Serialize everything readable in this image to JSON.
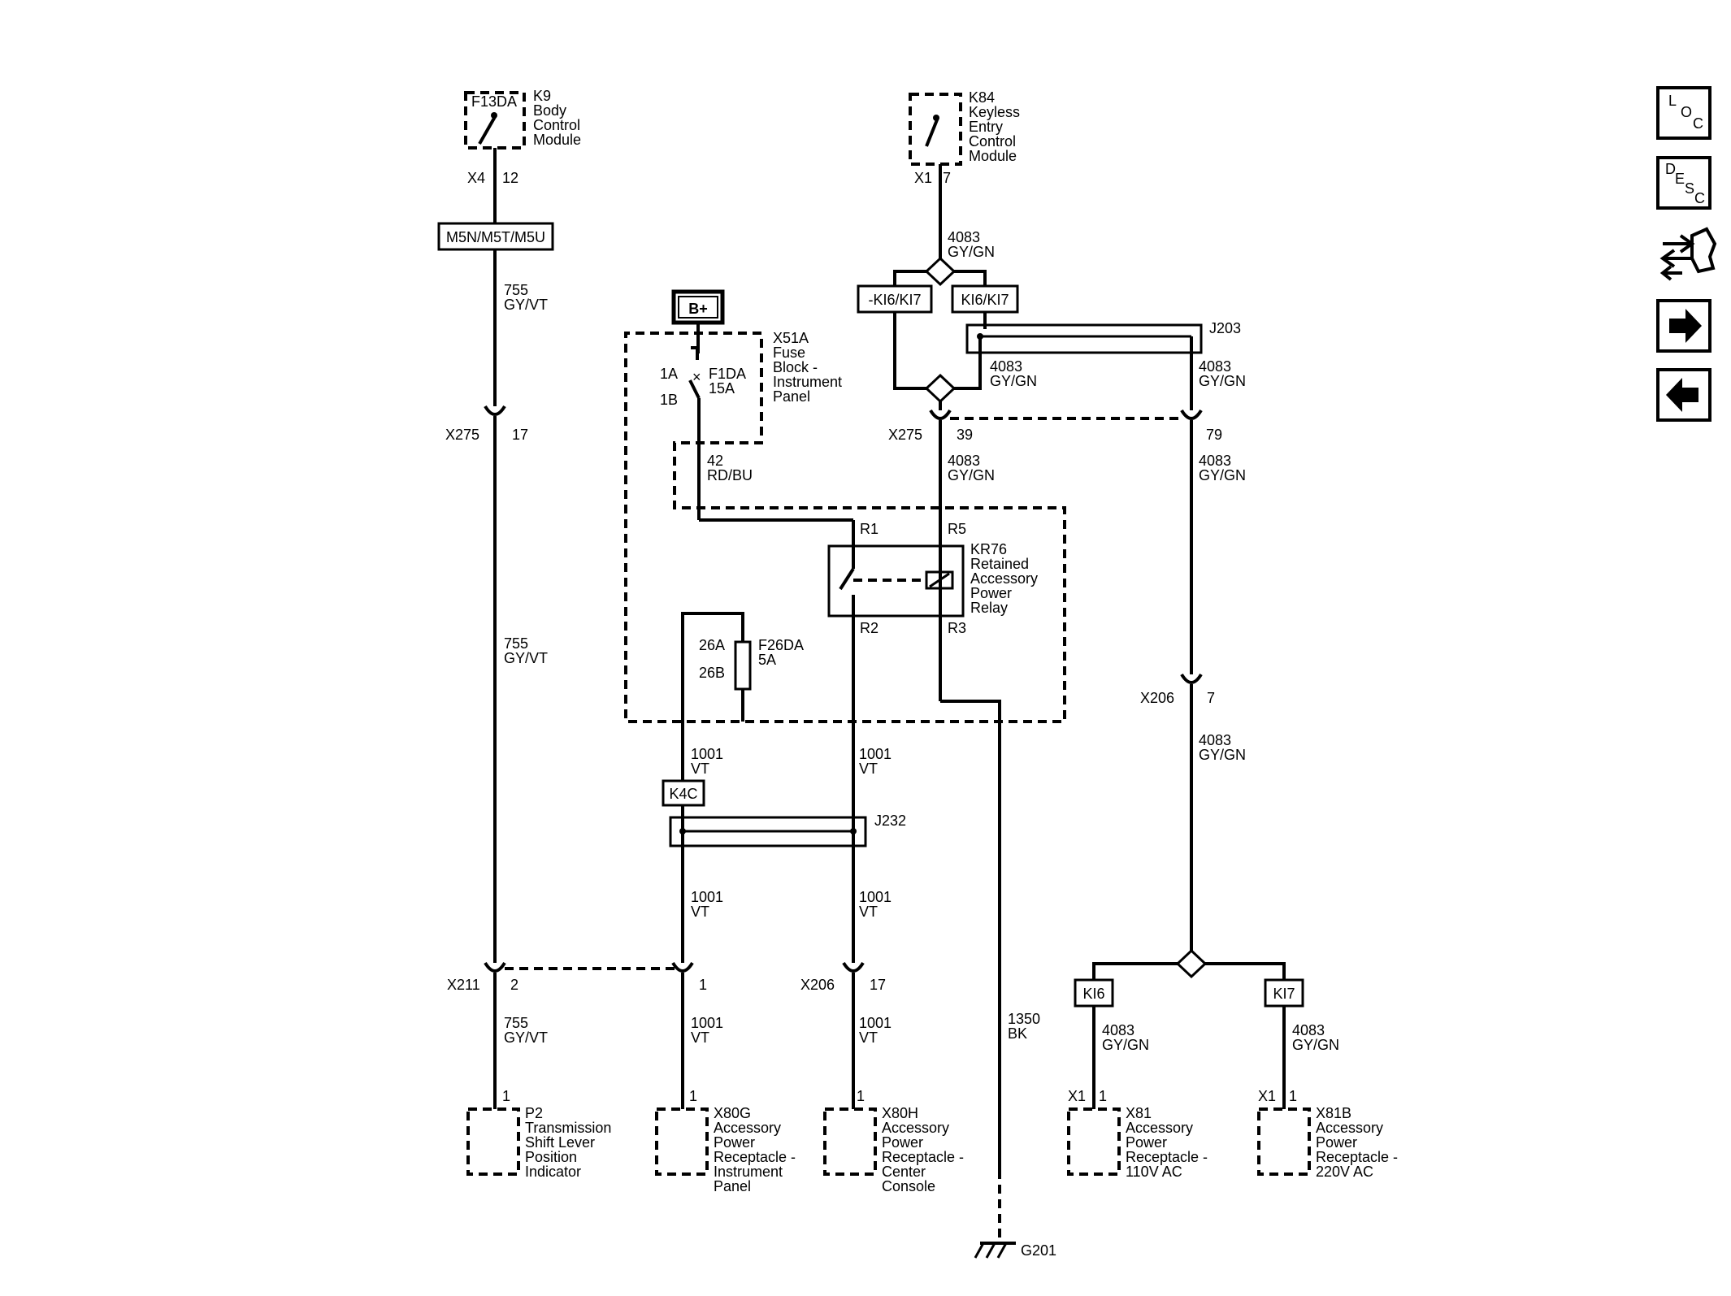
{
  "k9": {
    "conn": "F13DA",
    "name": [
      "K9",
      "Body",
      "Control",
      "Module"
    ],
    "pin_x": "X4",
    "pin_n": "12"
  },
  "k84": {
    "name": [
      "K84",
      "Keyless",
      "Entry",
      "Control",
      "Module"
    ],
    "pin_x": "X1",
    "pin_n": "7"
  },
  "options": {
    "m5": "M5N/M5T/M5U",
    "not_ki": "-KI6/KI7",
    "ki": "KI6/KI7",
    "k4c": "K4C",
    "ki6": "KI6",
    "ki7": "KI7"
  },
  "b_plus": "B+",
  "x51a": {
    "name": [
      "X51A",
      "Fuse",
      "Block -",
      "Instrument",
      "Panel"
    ],
    "fuse": "F1DA",
    "amp": "15A",
    "p1a": "1A",
    "p1b": "1B"
  },
  "f26": {
    "p26a": "26A",
    "p26b": "26B",
    "fuse": "F26DA",
    "amp": "5A"
  },
  "relay": {
    "r1": "R1",
    "r5": "R5",
    "r2": "R2",
    "r3": "R3",
    "name": [
      "KR76",
      "Retained",
      "Accessory",
      "Power",
      "Relay"
    ]
  },
  "splices": {
    "j203": "J203",
    "j232": "J232"
  },
  "wires": {
    "w755": "755",
    "c_gyvt": "GY/VT",
    "w4083": "4083",
    "c_gygn": "GY/GN",
    "w42": "42",
    "c_rdbu": "RD/BU",
    "w1001": "1001",
    "c_vt": "VT",
    "w1350": "1350",
    "c_bk": "BK"
  },
  "inline": {
    "x275": "X275",
    "x275_17": "17",
    "x275_39": "39",
    "x275_79": "79",
    "x206": "X206",
    "x206_7": "7",
    "x206_17": "17",
    "x211": "X211",
    "x211_2": "2",
    "x211_1": "1"
  },
  "loads": {
    "p2": {
      "pin": "1",
      "name": [
        "P2",
        "Transmission",
        "Shift Lever",
        "Position",
        "Indicator"
      ]
    },
    "x80g": {
      "pin": "1",
      "name": [
        "X80G",
        "Accessory",
        "Power",
        "Receptacle -",
        "Instrument",
        "Panel"
      ]
    },
    "x80h": {
      "pin": "1",
      "name": [
        "X80H",
        "Accessory",
        "Power",
        "Receptacle -",
        "Center",
        "Console"
      ]
    },
    "x81": {
      "pin_x": "X1",
      "pin_n": "1",
      "name": [
        "X81",
        "Accessory",
        "Power",
        "Receptacle -",
        "110V AC"
      ]
    },
    "x81b": {
      "pin_x": "X1",
      "pin_n": "1",
      "name": [
        "X81B",
        "Accessory",
        "Power",
        "Receptacle -",
        "220V AC"
      ]
    }
  },
  "ground": "G201",
  "nav": {
    "loc": [
      "L",
      "O",
      "C"
    ],
    "desc": [
      "D",
      "E",
      "S",
      "C"
    ]
  }
}
